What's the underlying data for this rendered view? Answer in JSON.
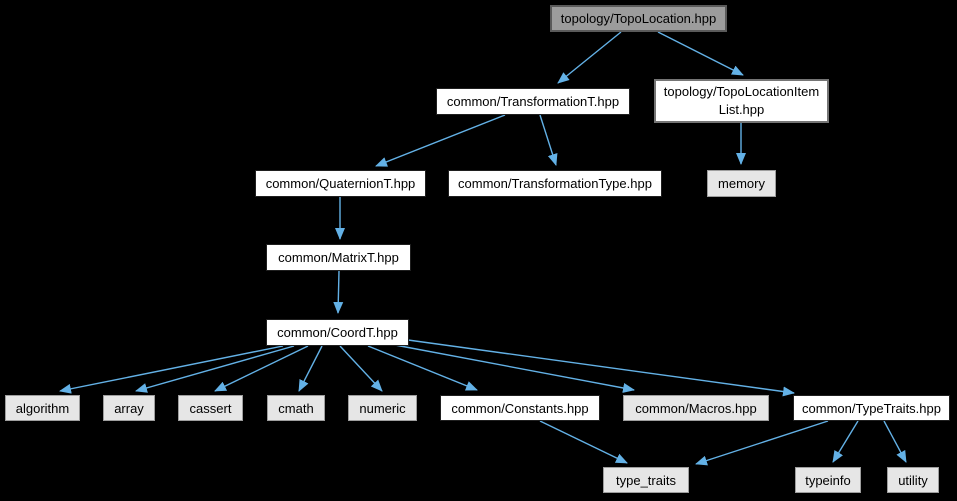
{
  "diagram": {
    "type": "include-dependency-graph",
    "colors": {
      "background": "#000000",
      "edge": "#63b1e6",
      "file_node_fill": "#ffffff",
      "file_node_border": "#1f1f1f",
      "system_node_fill": "#e6e6e6",
      "system_node_border": "#9e9e9e",
      "root_node_fill": "#9c9c9c",
      "root_node_border": "#5a5a5a",
      "text": "#000000"
    },
    "nodes": {
      "topo_location": {
        "label": "topology/TopoLocation.hpp"
      },
      "transformation_t": {
        "label": "common/TransformationT.hpp"
      },
      "topo_location_item_list": {
        "label": "topology/TopoLocationItemList.hpp",
        "lines": [
          "topology/TopoLocationItem",
          "List.hpp"
        ]
      },
      "quaternion_t": {
        "label": "common/QuaternionT.hpp"
      },
      "transformation_type": {
        "label": "common/TransformationType.hpp"
      },
      "memory": {
        "label": "memory"
      },
      "matrix_t": {
        "label": "common/MatrixT.hpp"
      },
      "coord_t": {
        "label": "common/CoordT.hpp"
      },
      "algorithm": {
        "label": "algorithm"
      },
      "array": {
        "label": "array"
      },
      "cassert": {
        "label": "cassert"
      },
      "cmath": {
        "label": "cmath"
      },
      "numeric": {
        "label": "numeric"
      },
      "constants": {
        "label": "common/Constants.hpp"
      },
      "macros": {
        "label": "common/Macros.hpp"
      },
      "type_traits_hpp": {
        "label": "common/TypeTraits.hpp"
      },
      "type_traits": {
        "label": "type_traits"
      },
      "typeinfo": {
        "label": "typeinfo"
      },
      "utility": {
        "label": "utility"
      }
    },
    "edges": [
      {
        "from": "topology/TopoLocation.hpp",
        "to": "common/TransformationT.hpp"
      },
      {
        "from": "topology/TopoLocation.hpp",
        "to": "topology/TopoLocationItemList.hpp"
      },
      {
        "from": "common/TransformationT.hpp",
        "to": "common/QuaternionT.hpp"
      },
      {
        "from": "common/TransformationT.hpp",
        "to": "common/TransformationType.hpp"
      },
      {
        "from": "topology/TopoLocationItemList.hpp",
        "to": "memory"
      },
      {
        "from": "common/QuaternionT.hpp",
        "to": "common/MatrixT.hpp"
      },
      {
        "from": "common/MatrixT.hpp",
        "to": "common/CoordT.hpp"
      },
      {
        "from": "common/CoordT.hpp",
        "to": "algorithm"
      },
      {
        "from": "common/CoordT.hpp",
        "to": "array"
      },
      {
        "from": "common/CoordT.hpp",
        "to": "cassert"
      },
      {
        "from": "common/CoordT.hpp",
        "to": "cmath"
      },
      {
        "from": "common/CoordT.hpp",
        "to": "numeric"
      },
      {
        "from": "common/CoordT.hpp",
        "to": "common/Constants.hpp"
      },
      {
        "from": "common/CoordT.hpp",
        "to": "common/Macros.hpp"
      },
      {
        "from": "common/CoordT.hpp",
        "to": "common/TypeTraits.hpp"
      },
      {
        "from": "common/Constants.hpp",
        "to": "type_traits"
      },
      {
        "from": "common/TypeTraits.hpp",
        "to": "type_traits"
      },
      {
        "from": "common/TypeTraits.hpp",
        "to": "typeinfo"
      },
      {
        "from": "common/TypeTraits.hpp",
        "to": "utility"
      }
    ]
  }
}
